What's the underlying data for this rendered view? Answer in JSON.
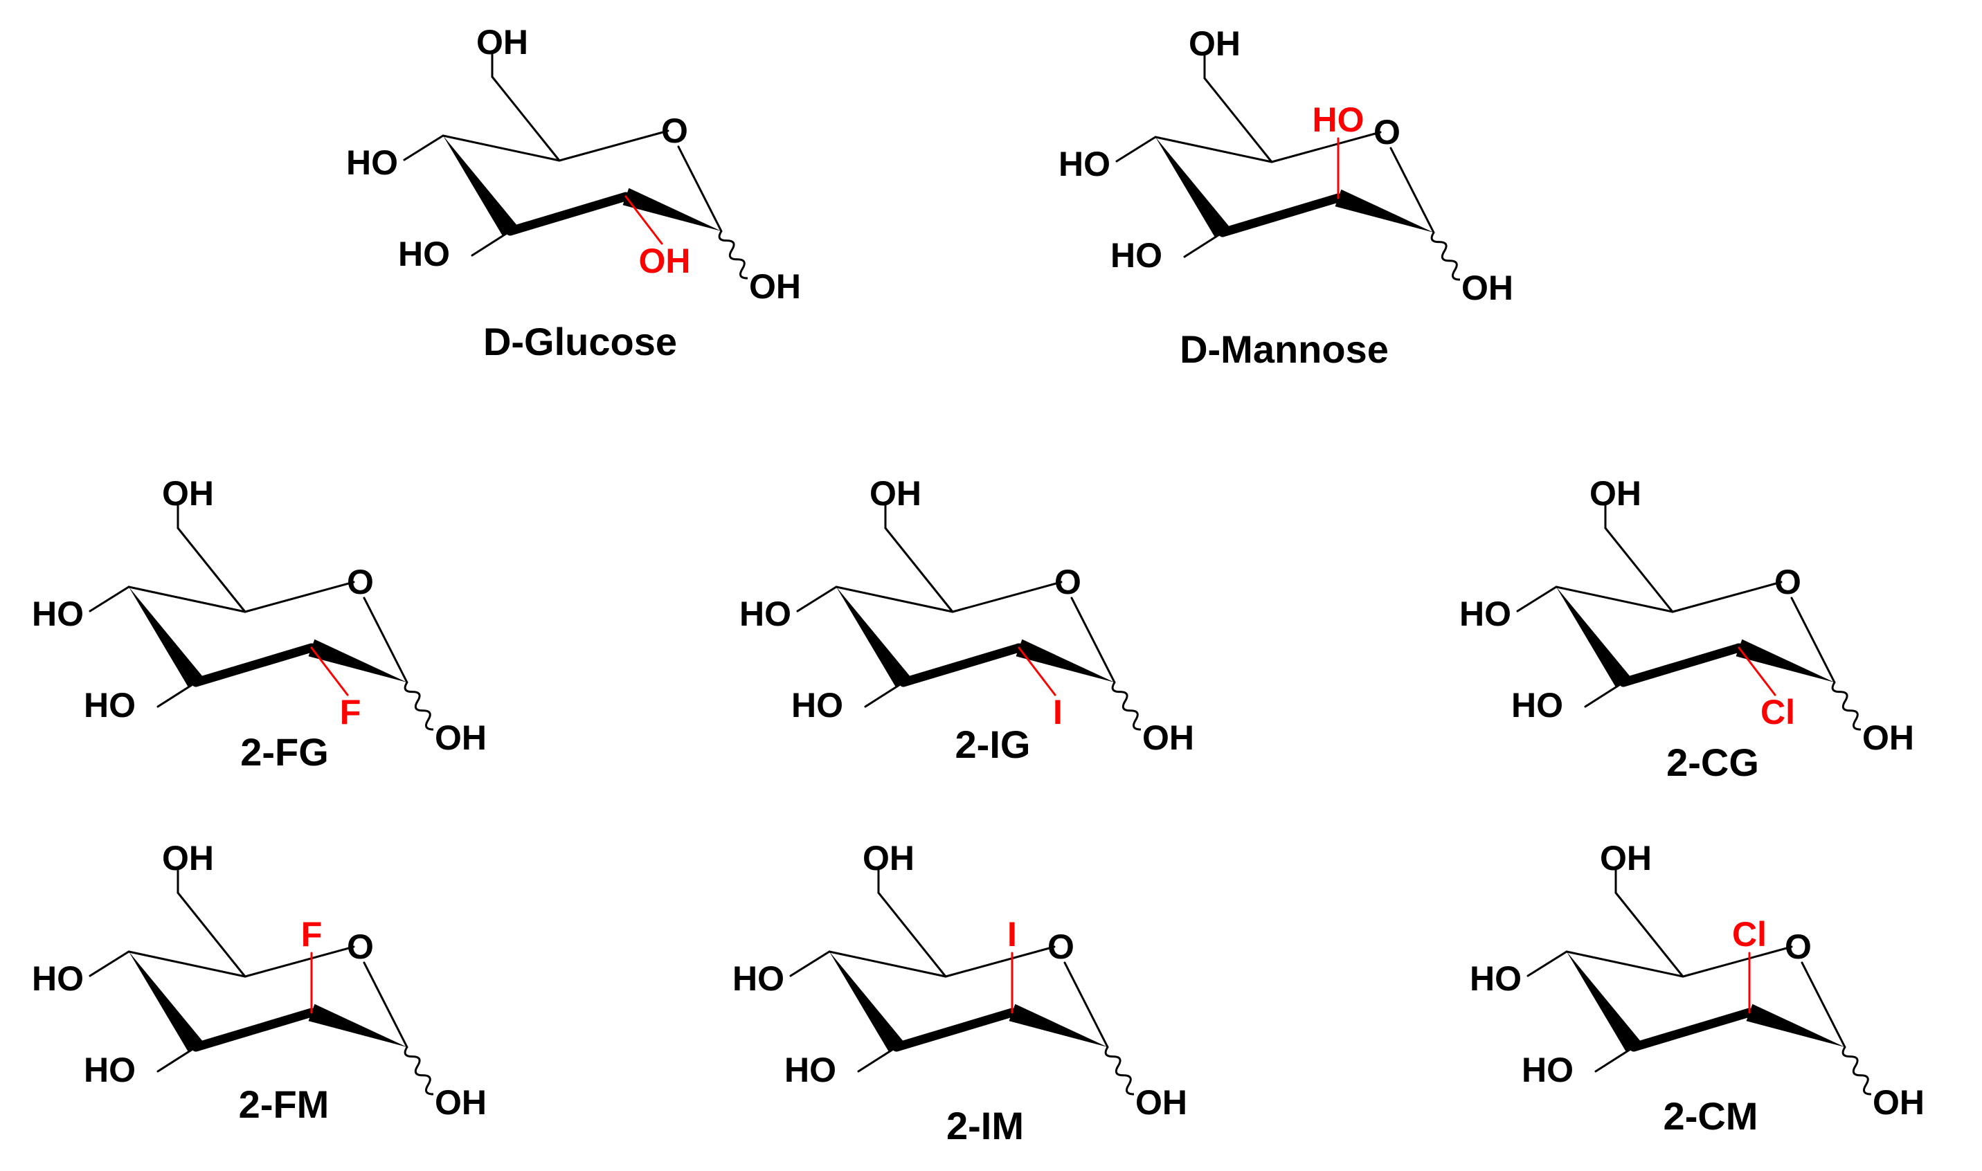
{
  "colors": {
    "ink": "#000000",
    "highlight": "#ff0000",
    "background": "#ffffff"
  },
  "molecules": [
    {
      "name": "D-Glucose",
      "orientation": "equatorial",
      "c2_substituent": "OH",
      "c2_highlight": true,
      "labels": {
        "c6": "OH",
        "ring_o": "O",
        "c4": "HO",
        "c3": "HO",
        "c1": "OH"
      }
    },
    {
      "name": "D-Mannose",
      "orientation": "axial",
      "c2_substituent": "HO",
      "c2_highlight": true,
      "labels": {
        "c6": "OH",
        "ring_o": "O",
        "c4": "HO",
        "c3": "HO",
        "c1": "OH"
      }
    },
    {
      "name": "2-FG",
      "orientation": "equatorial",
      "c2_substituent": "F",
      "c2_highlight": true,
      "labels": {
        "c6": "OH",
        "ring_o": "O",
        "c4": "HO",
        "c3": "HO",
        "c1": "OH"
      }
    },
    {
      "name": "2-IG",
      "orientation": "equatorial",
      "c2_substituent": "I",
      "c2_highlight": true,
      "labels": {
        "c6": "OH",
        "ring_o": "O",
        "c4": "HO",
        "c3": "HO",
        "c1": "OH"
      }
    },
    {
      "name": "2-CG",
      "orientation": "equatorial",
      "c2_substituent": "Cl",
      "c2_highlight": true,
      "labels": {
        "c6": "OH",
        "ring_o": "O",
        "c4": "HO",
        "c3": "HO",
        "c1": "OH"
      }
    },
    {
      "name": "2-FM",
      "orientation": "axial",
      "c2_substituent": "F",
      "c2_highlight": true,
      "labels": {
        "c6": "OH",
        "ring_o": "O",
        "c4": "HO",
        "c3": "HO",
        "c1": "OH"
      }
    },
    {
      "name": "2-IM",
      "orientation": "axial",
      "c2_substituent": "I",
      "c2_highlight": true,
      "labels": {
        "c6": "OH",
        "ring_o": "O",
        "c4": "HO",
        "c3": "HO",
        "c1": "OH"
      }
    },
    {
      "name": "2-CM",
      "orientation": "axial",
      "c2_substituent": "Cl",
      "c2_highlight": true,
      "labels": {
        "c6": "OH",
        "ring_o": "O",
        "c4": "HO",
        "c3": "HO",
        "c1": "OH"
      }
    }
  ]
}
